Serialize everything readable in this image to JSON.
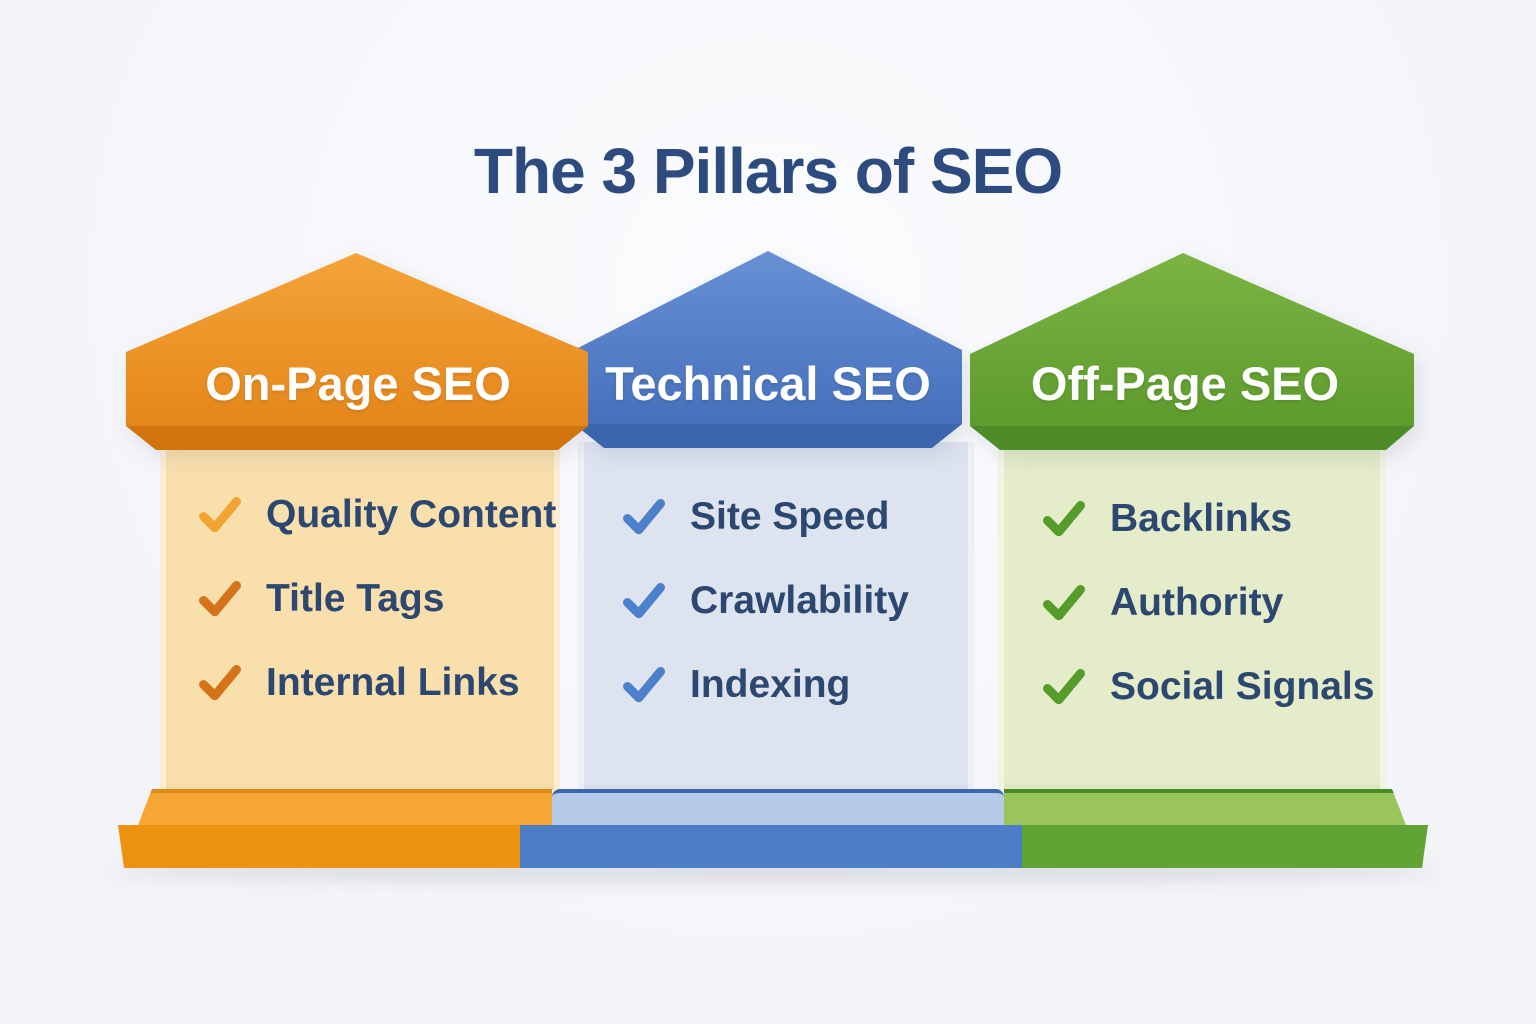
{
  "title": "The 3 Pillars of SEO",
  "icons": {
    "check": "check-mark"
  },
  "colors": {
    "background": "#f4f5f8",
    "title_text": "#2d4b7e",
    "item_text": "#2c4770"
  },
  "pillars": [
    {
      "id": "on-page-seo",
      "name": "On-Page SEO",
      "theme": {
        "roof_light": "#f3a437",
        "roof_dark": "#e5861b",
        "roof_bevel": "#d1740e",
        "body_bg": "#f9dfac",
        "base_upper": "#f6a634",
        "base_upper_edge": "#e18a1a",
        "base_lower": "#ed9110"
      },
      "items": [
        {
          "label": "Quality Content",
          "check_color": "#f2a433"
        },
        {
          "label": "Title Tags",
          "check_color": "#d5731b"
        },
        {
          "label": "Internal Links",
          "check_color": "#d5731b"
        }
      ]
    },
    {
      "id": "technical-seo",
      "name": "Technical SEO",
      "theme": {
        "roof_light": "#6790d4",
        "roof_dark": "#4571bc",
        "roof_bevel": "#3a66ae",
        "body_bg": "#dde4f0",
        "base_upper": "#b6cae8",
        "base_upper_edge": "#3b68b2",
        "base_lower": "#4b7ec6"
      },
      "items": [
        {
          "label": "Site Speed",
          "check_color": "#4b80ca"
        },
        {
          "label": "Crawlability",
          "check_color": "#4b80ca"
        },
        {
          "label": "Indexing",
          "check_color": "#4b80ca"
        }
      ]
    },
    {
      "id": "off-page-seo",
      "name": "Off-Page SEO",
      "theme": {
        "roof_light": "#7cb443",
        "roof_dark": "#5d9b2d",
        "roof_bevel": "#4d8c26",
        "body_bg": "#e4ecca",
        "base_upper": "#9ac45c",
        "base_upper_edge": "#4a8a24",
        "base_lower": "#5fa434"
      },
      "items": [
        {
          "label": "Backlinks",
          "check_color": "#559c2b"
        },
        {
          "label": "Authority",
          "check_color": "#559c2b"
        },
        {
          "label": "Social Signals",
          "check_color": "#559c2b"
        }
      ]
    }
  ]
}
